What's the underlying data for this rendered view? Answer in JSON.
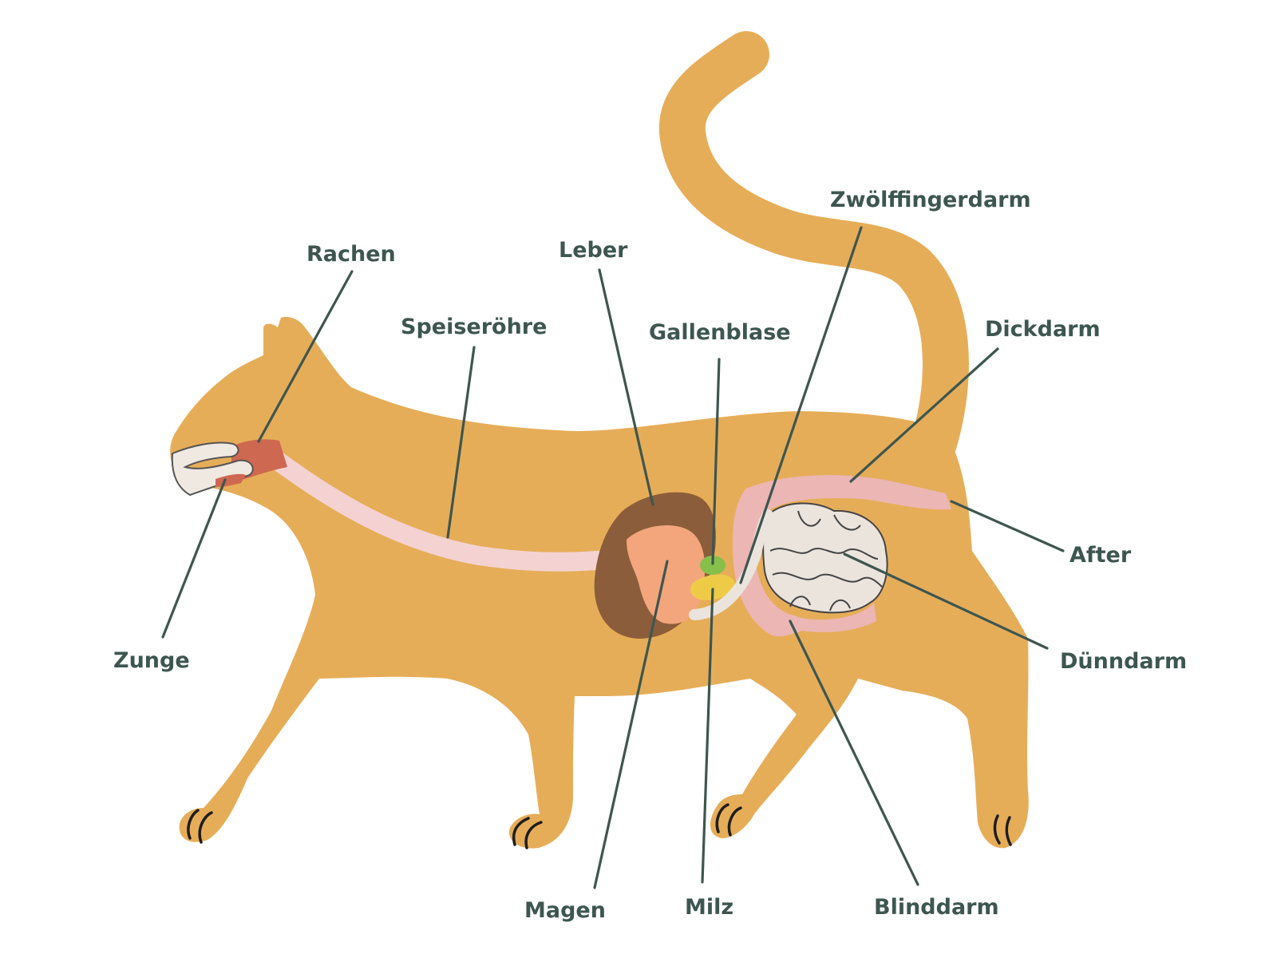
{
  "colors": {
    "body": "#e6ad58",
    "tongue": "#efe9e1",
    "pharynx": "#cf6850",
    "esophagus": "#f3d2d1",
    "liver": "#8b5d3a",
    "stomach": "#f3a57c",
    "gallbladder": "#86bf49",
    "spleen": "#eecb47",
    "intestine": "#ebe4dd",
    "large_intestine": "#ecb6b4",
    "label": "#3d5650",
    "claws": "#1e1e1e"
  },
  "labels": {
    "rachen": "Rachen",
    "speiseroehre": "Speiseröhre",
    "leber": "Leber",
    "gallenblase": "Gallenblase",
    "zwoelffingerdarm": "Zwölffingerdarm",
    "dickdarm": "Dickdarm",
    "after": "After",
    "duenndarm": "Dünndarm",
    "zunge": "Zunge",
    "magen": "Magen",
    "milz": "Milz",
    "blinddarm": "Blinddarm"
  }
}
